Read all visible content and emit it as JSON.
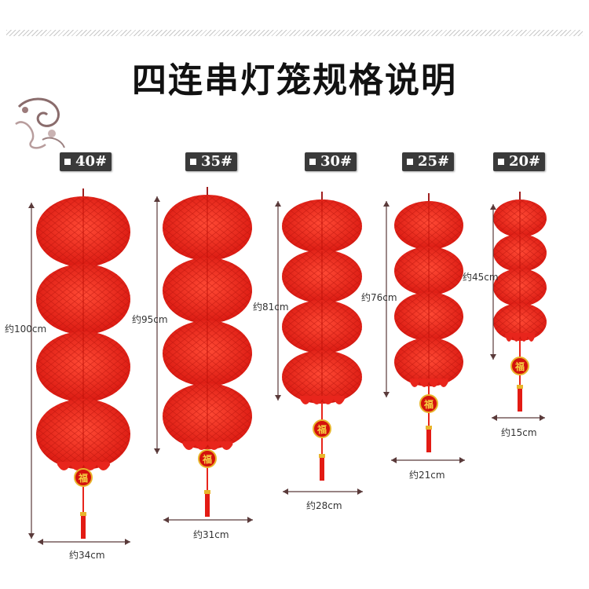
{
  "title": "四连串灯笼规格说明",
  "lantern_color": "#e8251c",
  "sizes": [
    {
      "label": "40#",
      "height": "约100cm",
      "width": "约34cm"
    },
    {
      "label": "35#",
      "height": "约95cm",
      "width": "约31cm"
    },
    {
      "label": "30#",
      "height": "约81cm",
      "width": "约28cm"
    },
    {
      "label": "25#",
      "height": "约76cm",
      "width": "约21cm"
    },
    {
      "label": "20#",
      "height": "约45cm",
      "width": "约15cm"
    }
  ],
  "charm_text": "福"
}
